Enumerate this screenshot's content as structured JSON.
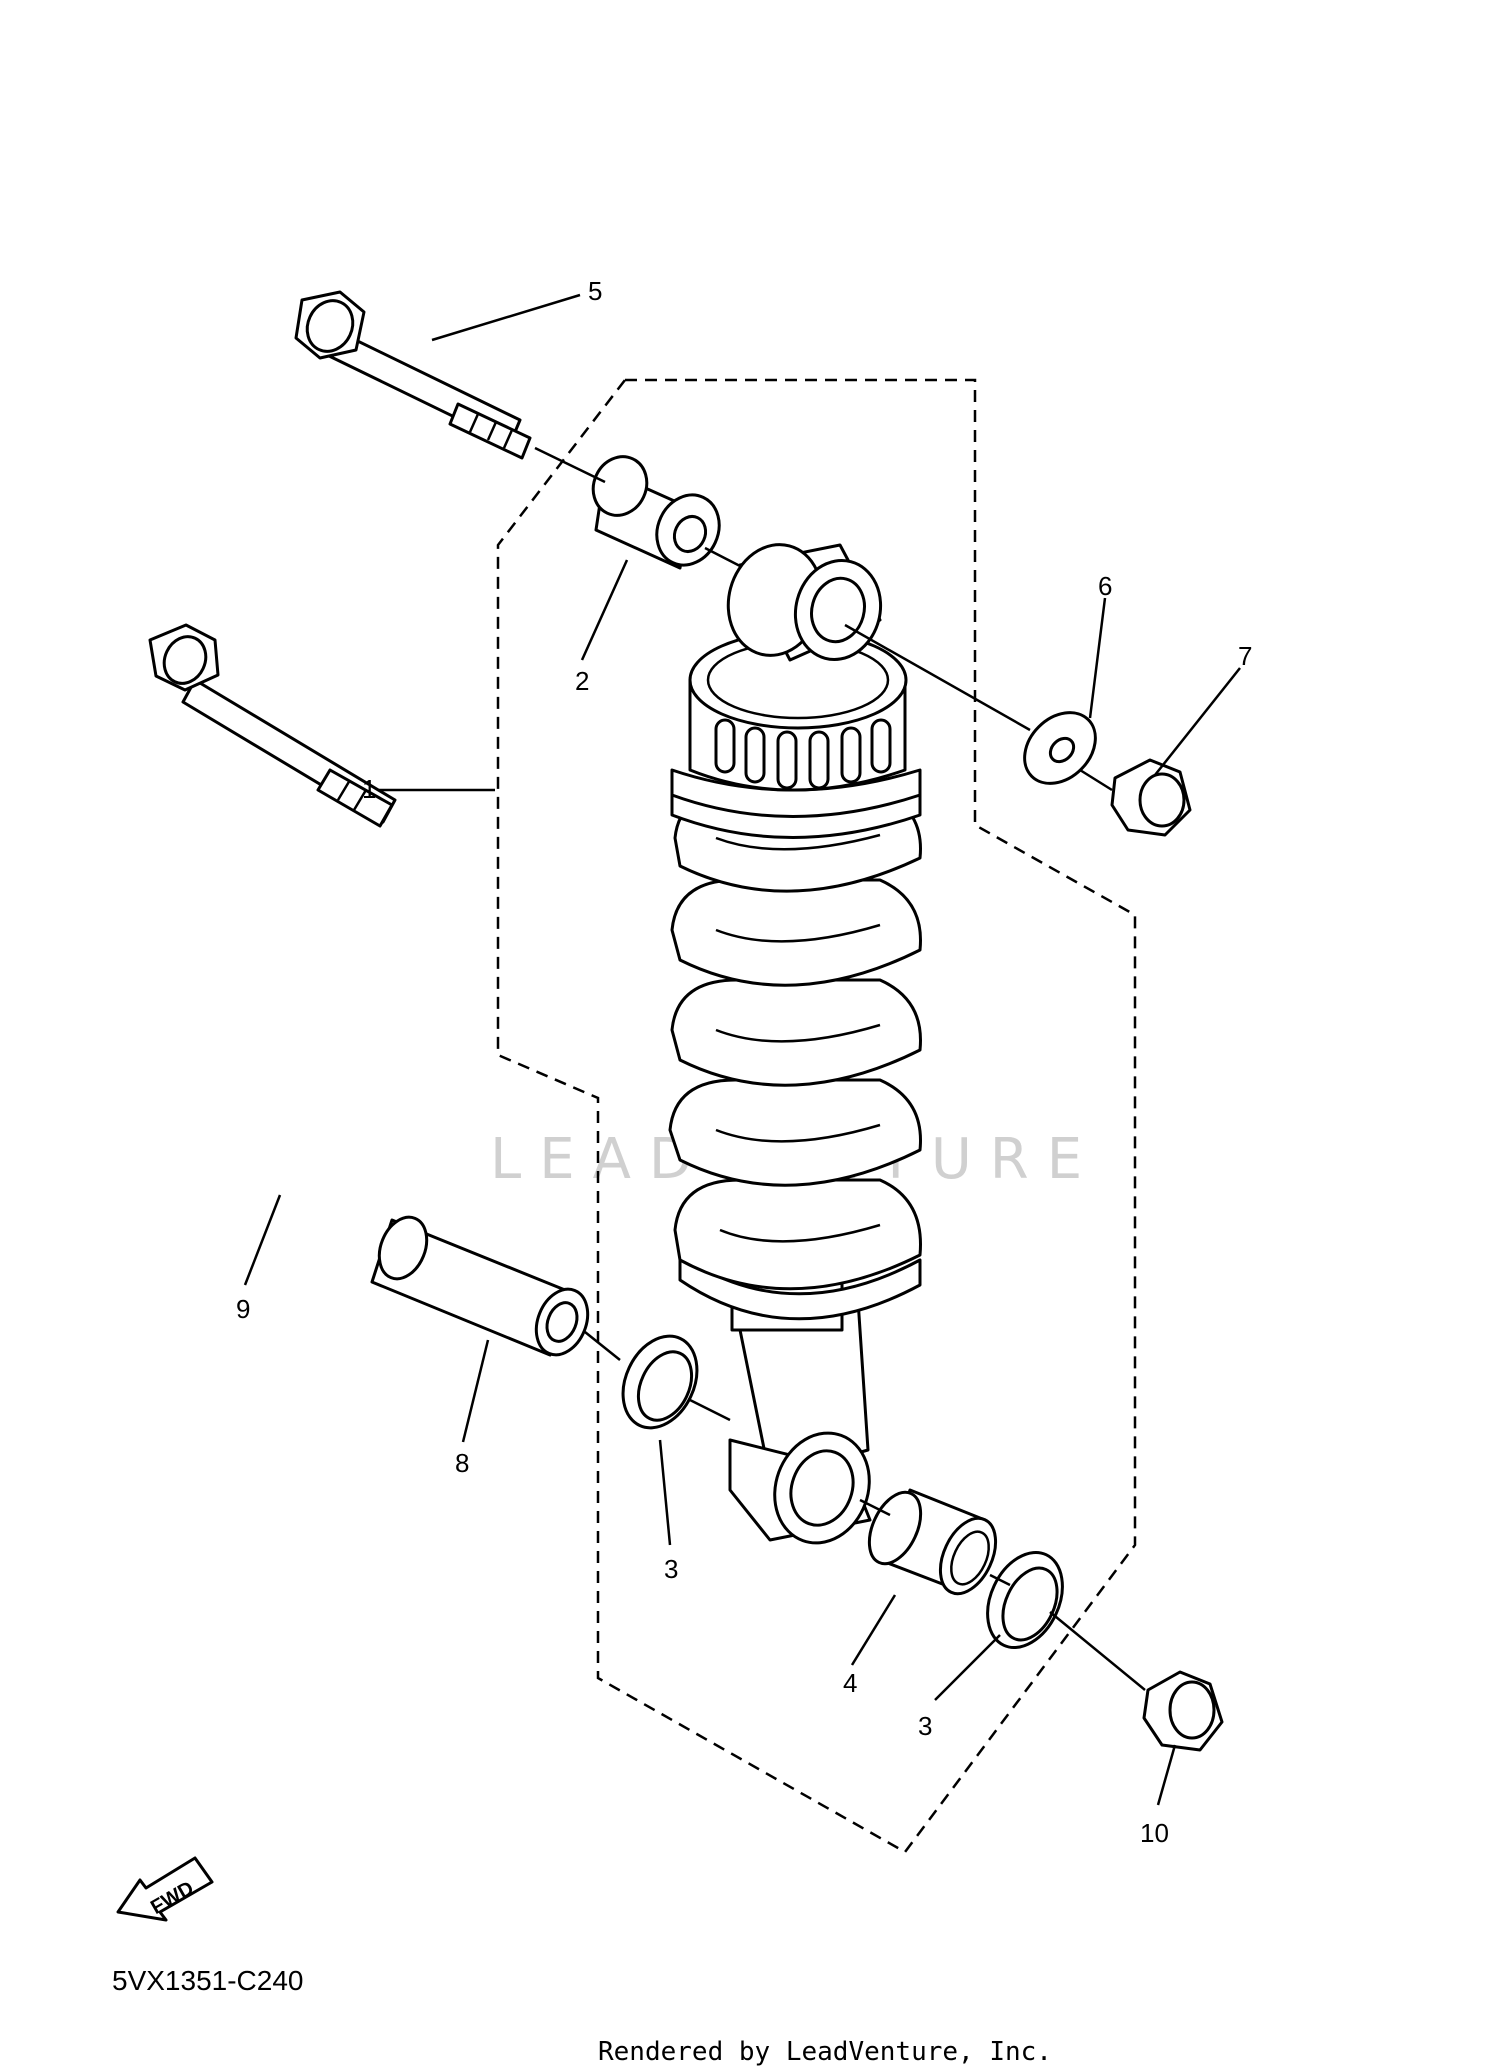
{
  "callouts": {
    "c1": "1",
    "c2": "2",
    "c3a": "3",
    "c3b": "3",
    "c4": "4",
    "c5": "5",
    "c6": "6",
    "c7": "7",
    "c8": "8",
    "c9": "9",
    "c10": "10"
  },
  "watermark": "LEADVENTURE",
  "fwd_label": "FWD",
  "diagram_code": "5VX1351-C240",
  "rendered_by": "Rendered by LeadVenture, Inc."
}
